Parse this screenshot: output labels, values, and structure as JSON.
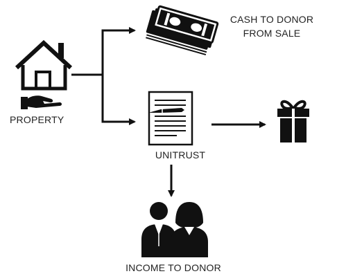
{
  "labels": {
    "property": "PROPERTY",
    "cash_line1": "CASH TO DONOR",
    "cash_line2": "FROM SALE",
    "unitrust": "UNITRUST",
    "income": "INCOME TO DONOR"
  },
  "icons": {
    "property": "house-with-hand-icon",
    "cash": "cash-bundles-icon",
    "unitrust": "document-with-pen-icon",
    "gift": "gift-box-icon",
    "income": "two-people-icon"
  },
  "colors": {
    "ink": "#111111",
    "text": "#222222",
    "background": "#ffffff"
  }
}
